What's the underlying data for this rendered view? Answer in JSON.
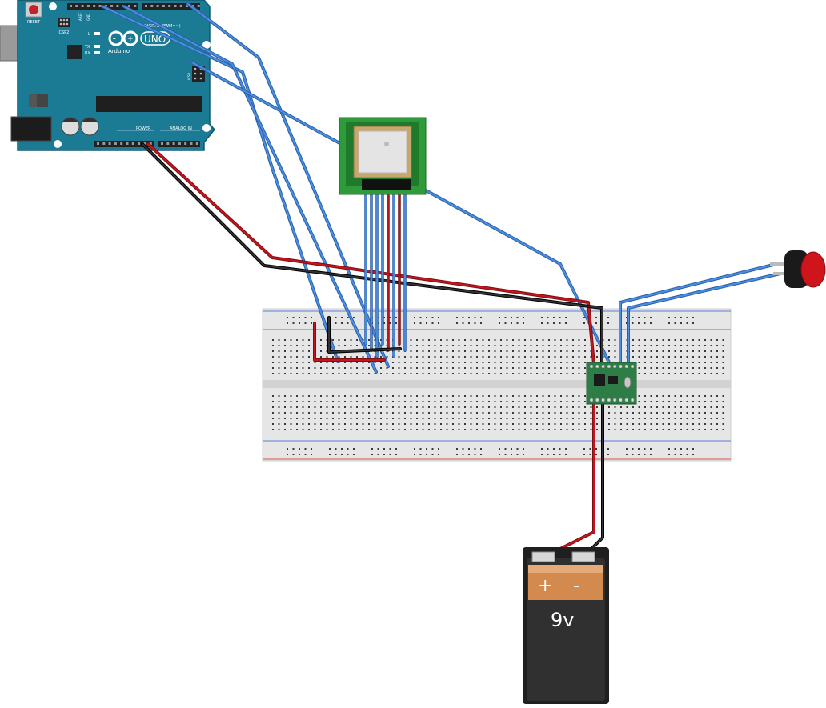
{
  "arduino": {
    "brand": "Arduino",
    "model": "UNO",
    "reset_label": "RESET",
    "icsp2_label": "ICSP2",
    "icsp_label": "ICSP",
    "led_l": "L",
    "led_tx": "TX",
    "led_rx": "RX",
    "digital_label": "DIGITAL (PWM=~)",
    "power_label": "POWER",
    "analog_label": "ANALOG IN",
    "gnd_label": "GND",
    "aref_label": "AREF"
  },
  "battery": {
    "plus": "+",
    "minus": "-",
    "voltage": "9v"
  },
  "colors": {
    "board": "#1b7a94",
    "board_edge": "#12596d",
    "breadboard": "#e6e6e6",
    "rail_red": "#d9534f",
    "rail_blue": "#5b7fd6",
    "wire_blue": "#3f7fd1",
    "wire_red": "#b3161b",
    "wire_black": "#1a1a1a",
    "gps_pcb": "#2f9a3a",
    "module_pcb": "#2e7d46",
    "battery_body": "#2b2b2b",
    "battery_label": "#d38a4f",
    "button_red": "#d0141c"
  }
}
